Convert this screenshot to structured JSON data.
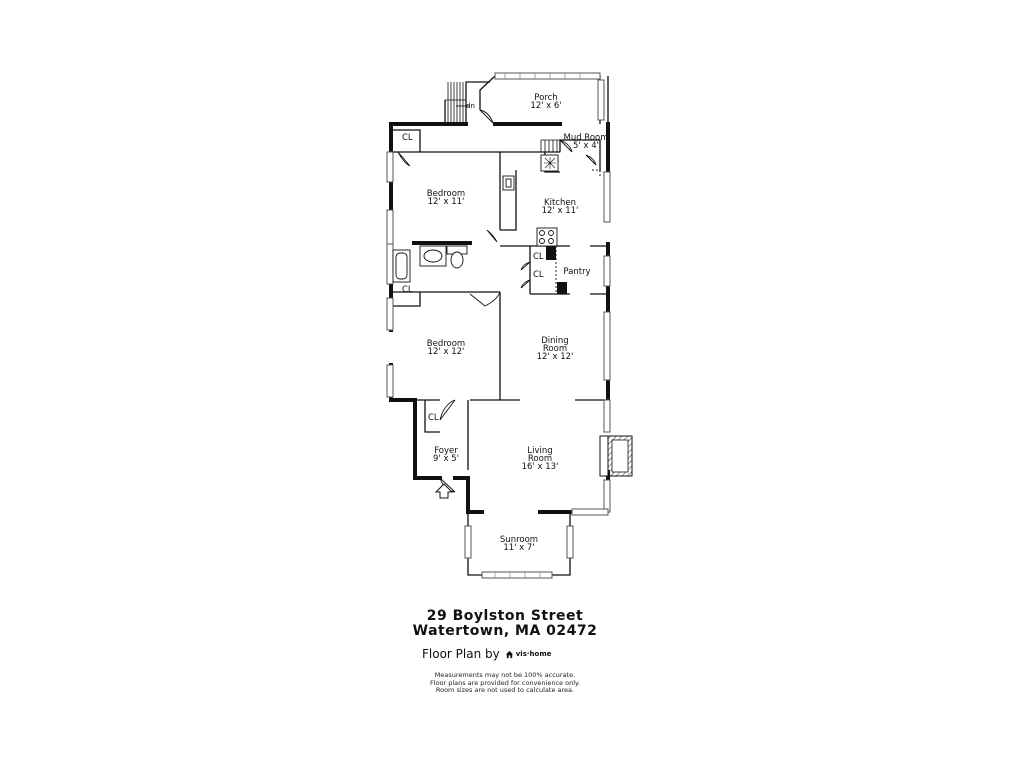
{
  "rooms": [
    {
      "id": "porch",
      "name": "Porch",
      "size": "12' x 6'"
    },
    {
      "id": "mudroom",
      "name": "Mud Room",
      "size": "5' x 4'"
    },
    {
      "id": "bedroom1",
      "name": "Bedroom",
      "size": "12' x 11'"
    },
    {
      "id": "kitchen",
      "name": "Kitchen",
      "size": "12' x 11'"
    },
    {
      "id": "pantry",
      "name": "Pantry",
      "size": ""
    },
    {
      "id": "bedroom2",
      "name": "Bedroom",
      "size": "12' x 12'"
    },
    {
      "id": "dining",
      "name": "Dining",
      "name2": "Room",
      "size": "12' x 12'"
    },
    {
      "id": "foyer",
      "name": "Foyer",
      "size": "9' x 5'"
    },
    {
      "id": "living",
      "name": "Living",
      "name2": "Room",
      "size": "16' x 13'"
    },
    {
      "id": "sunroom",
      "name": "Sunroom",
      "size": "11' x 7'"
    }
  ],
  "labels": {
    "closet": "CL",
    "stairs_down": "dn"
  },
  "address": {
    "line1": "29 Boylston Street",
    "line2": "Watertown, MA 02472"
  },
  "credit": {
    "text": "Floor Plan by",
    "brand": "vis·home"
  },
  "disclaimer": [
    "Measurements may not be 100% accurate.",
    "Floor plans are provided for convenience only.",
    "Room sizes are not used to calculate area."
  ],
  "colors": {
    "wall": "#111111",
    "window": "#555555",
    "fireplace_hatch": "#333333"
  }
}
